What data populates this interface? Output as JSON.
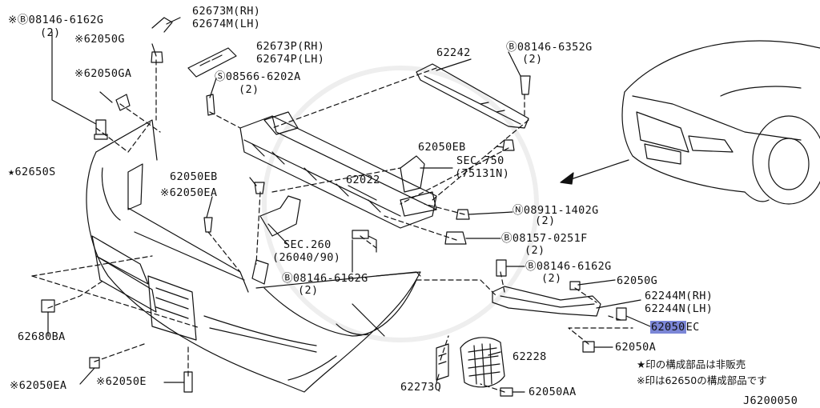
{
  "labels": {
    "l_08146_6162g_a": "※Ⓑ08146-6162G",
    "l_08146_6162g_a_qty": "(2)",
    "l_62050g_a": "※62050G",
    "l_62050ga": "※62050GA",
    "l_62650s": "★62650S",
    "l_62673m": "62673M(RH)",
    "l_62674m": "62674M(LH)",
    "l_62673p": "62673P(RH)",
    "l_62674p": "62674P(LH)",
    "l_08566_6202a": "Ⓢ08566-6202A",
    "l_08566_6202a_qty": "(2)",
    "l_62242": "62242",
    "l_08146_6352g": "Ⓑ08146-6352G",
    "l_08146_6352g_qty": "(2)",
    "l_62050eb_top": "62050EB",
    "l_sec750": "SEC.750",
    "l_sec750_ref": "(75131N)",
    "l_62022": "62022",
    "l_62050eb_left": "62050EB",
    "l_62050ea_mid": "※62050EA",
    "l_08911_1402g": "Ⓝ08911-1402G",
    "l_08911_1402g_qty": "(2)",
    "l_08157_0251f": "Ⓑ08157-0251F",
    "l_08157_0251f_qty": "(2)",
    "l_sec260": "SEC.260",
    "l_sec260_ref": "(26040/90)",
    "l_08146_6162g_c": "Ⓑ08146-6162G",
    "l_08146_6162g_c_qty": "(2)",
    "l_08146_6162g_r": "Ⓑ08146-6162G",
    "l_08146_6162g_r_qty": "(2)",
    "l_62050g_r": "62050G",
    "l_62244m": "62244M(RH)",
    "l_62244n": "62244N(LH)",
    "l_62050ec_a": "62050",
    "l_62050ec_b": "EC",
    "l_62050a": "62050A",
    "l_62228": "62228",
    "l_62680ba": "62680BA",
    "l_62050ea_bottom": "※62050EA",
    "l_62050e": "※62050E",
    "l_62273q": "62273Q",
    "l_62050aa": "62050AA",
    "note_1": "★印の構成部品は非販売",
    "note_2": "※印は62650の構成部品です",
    "diagram_code": "J6200050"
  },
  "colors": {
    "line": "#111111",
    "highlight": "#7b86d6",
    "background": "#ffffff"
  }
}
